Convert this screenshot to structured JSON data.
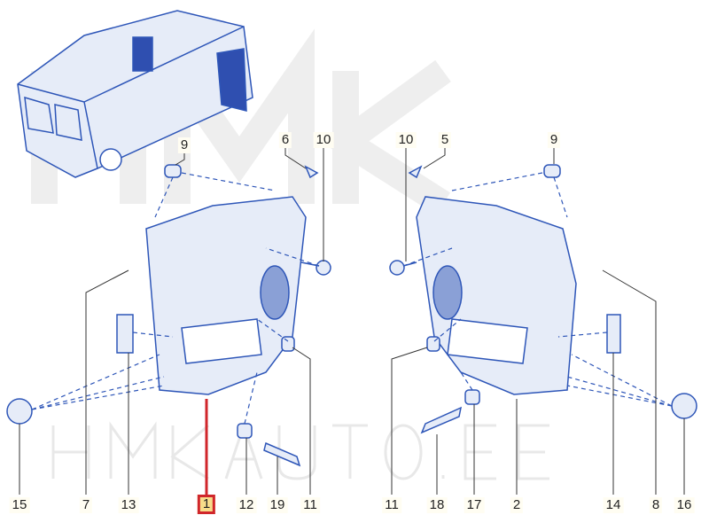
{
  "watermark": {
    "top": "HMK",
    "bottom": "HMKAUTO.EE"
  },
  "colors": {
    "part_stroke": "#2e56b8",
    "part_fill": "#e6ecf8",
    "highlight": "#d0262b",
    "highlight_fill": "#f7dc8a",
    "highlight_part": "#2f4fb0"
  },
  "labels_top": [
    "9",
    "6",
    "10",
    "10",
    "5",
    "9"
  ],
  "labels_bottom": [
    "15",
    "7",
    "13",
    "1",
    "12",
    "19",
    "11",
    "11",
    "18",
    "17",
    "2",
    "14",
    "8",
    "16"
  ],
  "highlighted_label": "1"
}
